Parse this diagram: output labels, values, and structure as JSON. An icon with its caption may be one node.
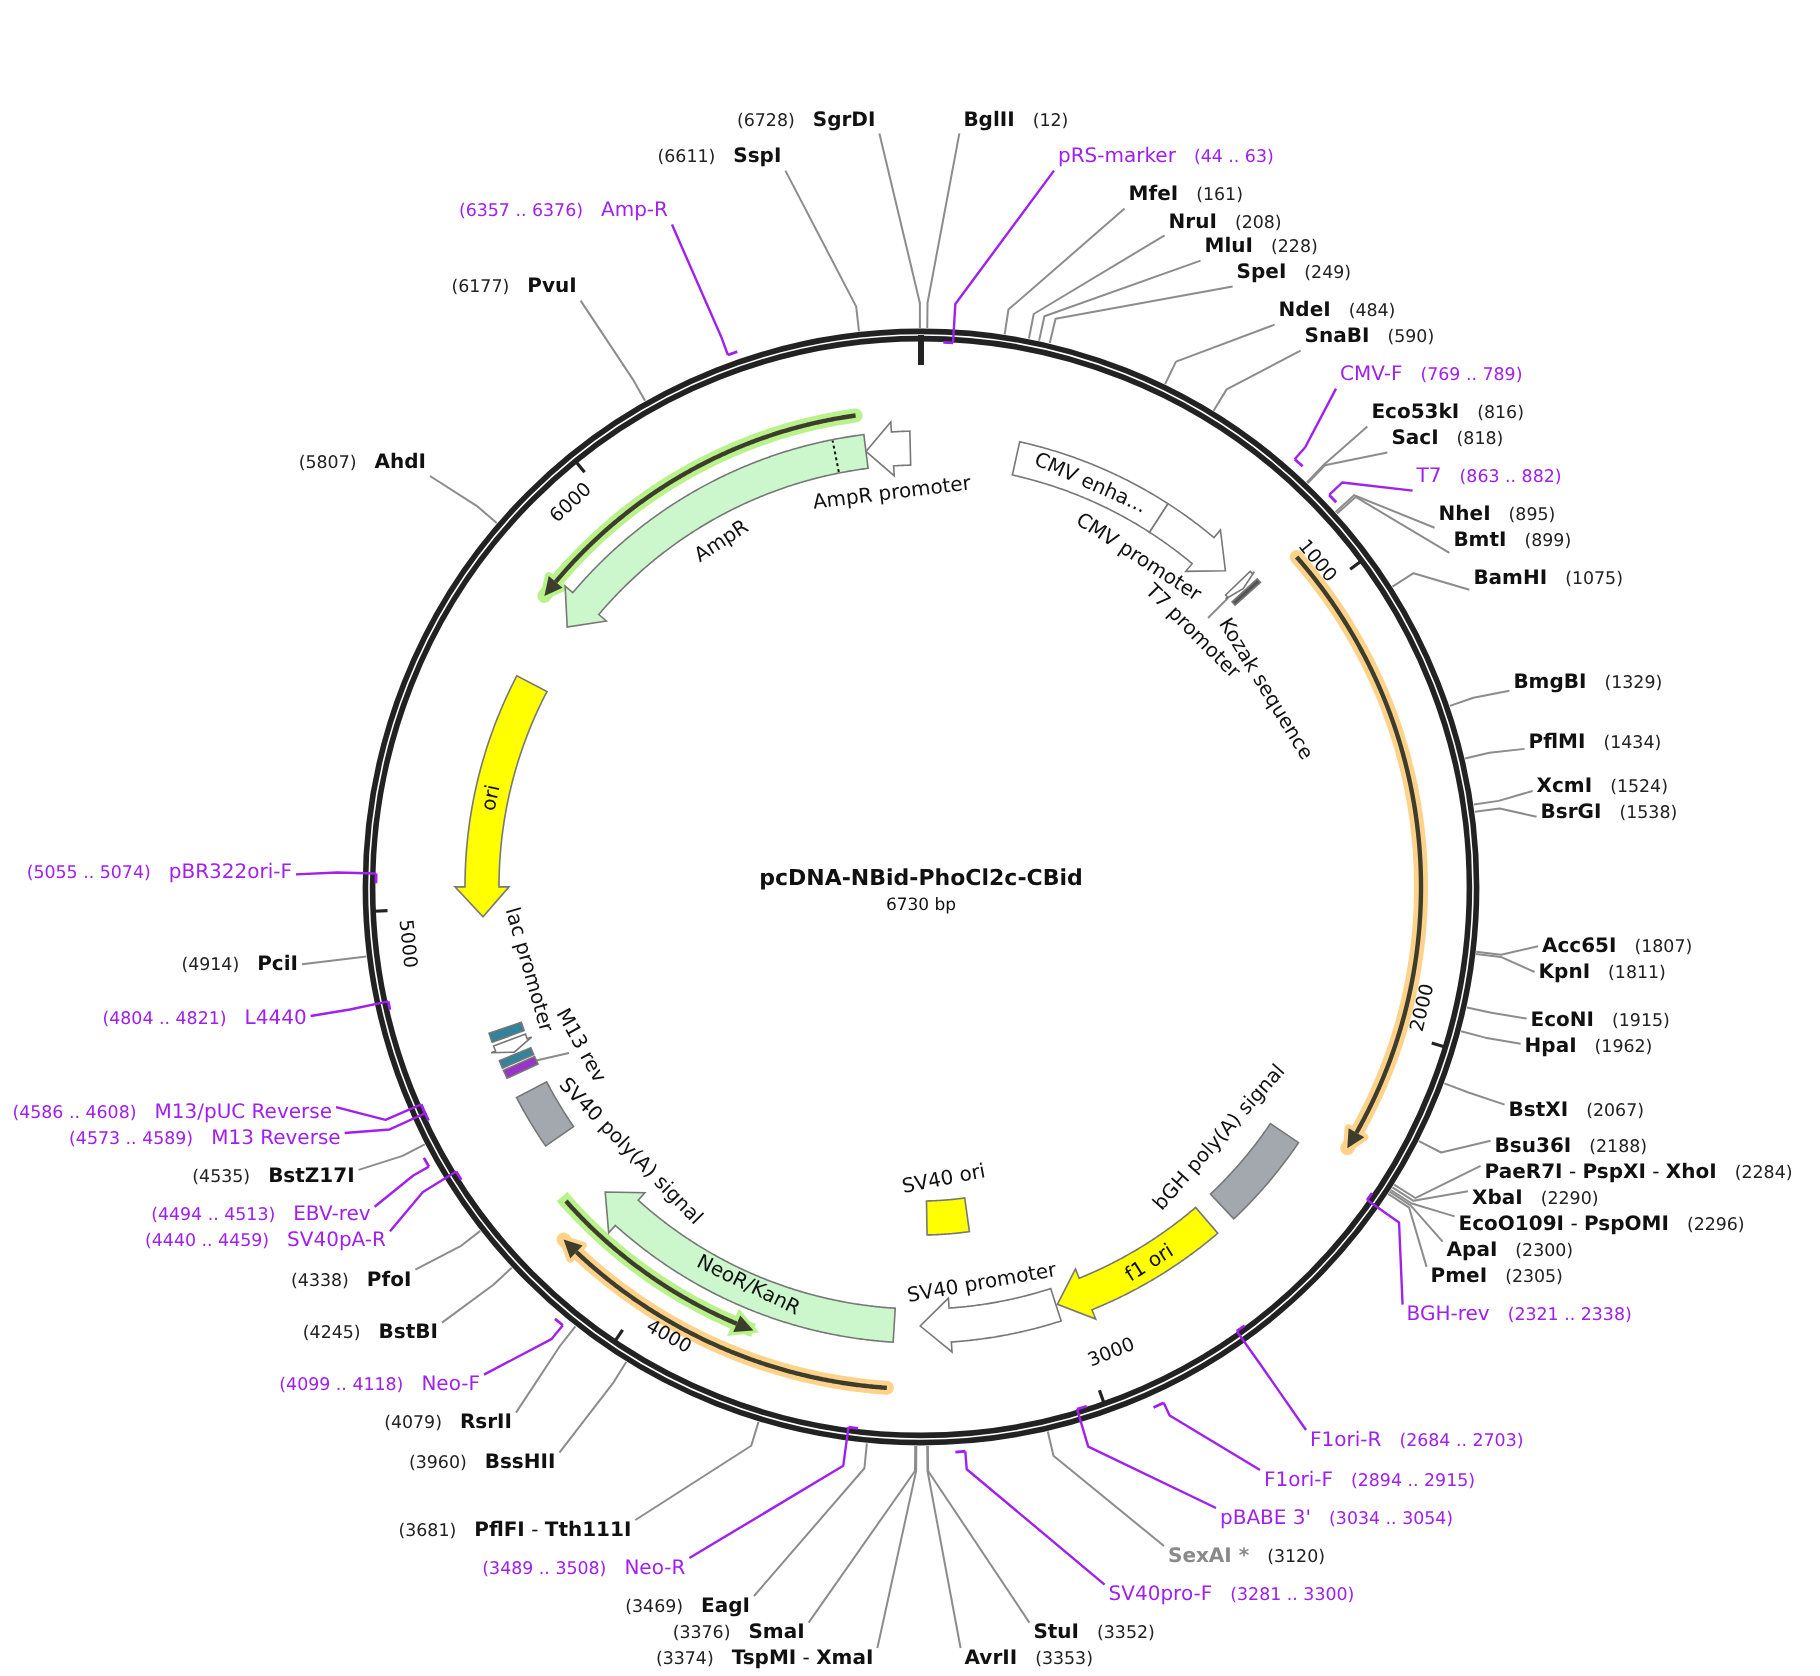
{
  "diagram": {
    "title": "pcDNA-NBid-PhoCl2c-CBid",
    "nodes": [
      {
        "text": [
          "BglII",
          "(12)"
        ]
      },
      {
        "text": [
          "pRS-marker",
          "(44 .. 63)"
        ]
      },
      {
        "text": [
          "MfeI",
          "(161)"
        ]
      },
      {
        "text": [
          "NruI",
          "(208)"
        ]
      },
      {
        "text": [
          "MluI",
          "(228)"
        ]
      },
      {
        "text": [
          "SpeI",
          "(249)"
        ]
      },
      {
        "text": [
          "NdeI",
          "(484)"
        ]
      },
      {
        "text": [
          "SnaBI",
          "(590)"
        ]
      },
      {
        "text": [
          "CMV-F",
          "(769 .. 789)"
        ]
      },
      {
        "text": [
          "Eco53kI",
          "(816)"
        ]
      },
      {
        "text": [
          "SacI",
          "(818)"
        ]
      },
      {
        "text": [
          "T7",
          "(863 .. 882)"
        ]
      },
      {
        "text": [
          "NheI",
          "(895)"
        ]
      },
      {
        "text": [
          "BmtI",
          "(899)"
        ]
      },
      {
        "text": [
          "BamHI",
          "(1075)"
        ]
      },
      {
        "text": [
          "BmgBI",
          "(1329)"
        ]
      },
      {
        "text": [
          "PflMI",
          "(1434)"
        ]
      },
      {
        "text": [
          "XcmI",
          "(1524)"
        ]
      },
      {
        "text": [
          "BsrGI",
          "(1538)"
        ]
      },
      {
        "text": [
          "Acc65I",
          "(1807)"
        ]
      },
      {
        "text": [
          "KpnI",
          "(1811)"
        ]
      },
      {
        "text": [
          "EcoNI",
          "(1915)"
        ]
      },
      {
        "text": [
          "HpaI",
          "(1962)"
        ]
      },
      {
        "text": [
          "BstXI",
          "(2067)"
        ]
      },
      {
        "text": [
          "Bsu36I",
          "(2188)"
        ]
      },
      {
        "text": [
          "**PaeR7I** - **PspXI** - **XhoI**",
          "(2284)"
        ]
      },
      {
        "text": [
          "XbaI",
          "(2290)"
        ]
      },
      {
        "text": [
          "**EcoO109I** - **PspOMI**",
          "(2296)"
        ]
      },
      {
        "text": [
          "ApaI",
          "(2300)"
        ]
      },
      {
        "text": [
          "PmeI",
          "(2305)"
        ]
      },
      {
        "text": [
          "BGH-rev",
          "(2321 .. 2338)"
        ]
      },
      {
        "text": [
          "F1ori-R",
          "(2684 .. 2703)"
        ]
      },
      {
        "text": [
          "F1ori-F",
          "(2894 .. 2915)"
        ]
      },
      {
        "text": [
          "pBABE 3'",
          "(3034 .. 3054)"
        ]
      },
      {
        "text": [
          "SexAI *",
          "(3120)"
        ]
      },
      {
        "text": [
          "SV40pro-F",
          "(3281 .. 3300)"
        ]
      },
      {
        "text": [
          "StuI",
          "(3352)"
        ]
      },
      {
        "text": [
          "AvrII",
          "(3353)"
        ]
      },
      {
        "text": [
          "(3374)",
          "**TspMI** - **XmaI**"
        ]
      },
      {
        "text": [
          "(3376)",
          "SmaI"
        ]
      },
      {
        "text": [
          "(3469)",
          "EagI"
        ]
      },
      {
        "text": [
          "(3489 .. 3508)",
          "Neo-R"
        ]
      },
      {
        "text": [
          "(3681)",
          "**PflFI** - **Tth111I**"
        ]
      },
      {
        "text": [
          "(3960)",
          "BssHII"
        ]
      },
      {
        "text": [
          "(4079)",
          "RsrII"
        ]
      },
      {
        "text": [
          "(4099 .. 4118)",
          "Neo-F"
        ]
      },
      {
        "text": [
          "(4245)",
          "BstBI"
        ]
      },
      {
        "text": [
          "(4338)",
          "PfoI"
        ]
      },
      {
        "text": [
          "(4440 .. 4459)",
          "SV40pA-R"
        ]
      },
      {
        "text": [
          "(4494 .. 4513)",
          "EBV-rev"
        ]
      },
      {
        "text": [
          "(4535)",
          "BstZ17I"
        ]
      },
      {
        "text": [
          "(4573 .. 4589)",
          "M13 Reverse"
        ]
      },
      {
        "text": [
          "(4586 .. 4608)",
          "M13/pUC Reverse"
        ]
      },
      {
        "text": [
          "(4804 .. 4821)",
          "L4440"
        ]
      },
      {
        "text": [
          "(4914)",
          "PciI"
        ]
      },
      {
        "text": [
          "(5055 .. 5074)",
          "pBR322ori-F"
        ]
      },
      {
        "text": [
          "(5807)",
          "AhdI"
        ]
      },
      {
        "text": [
          "(6177)",
          "PvuI"
        ]
      },
      {
        "text": [
          "(6357 .. 6376)",
          "Amp-R"
        ]
      },
      {
        "text": [
          "(6611)",
          "SspI"
        ]
      },
      {
        "text": [
          "(6728)",
          "SgrDI"
        ]
      },
      {
        "text": [
          "CMV enha..."
        ]
      },
      {
        "text": [],
        "shape": "arrow",
        "beside": [
          "CMV promoter"
        ]
      },
      {
        "text": [],
        "shape": "arrow"
      },
      {
        "text": [
          "T7 promoter"
        ]
      },
      {
        "text": [],
        "shape": "bar"
      },
      {
        "text": [],
        "shape": "box",
        "beside": [
          "bGH poly(A) signal"
        ]
      },
      {
        "text": [
          "f1 ori"
        ]
      },
      {
        "text": [],
        "shape": "arrow",
        "beside": [
          "SV40 promoter"
        ]
      },
      {
        "text": [],
        "shape": "box",
        "beside": [
          "SV40 ori"
        ]
      },
      {
        "text": [
          "NeoR/KanR"
        ]
      },
      {
        "text": [],
        "shape": "box",
        "beside": [
          "SV40 poly(A) signal"
        ]
      },
      {
        "text": [],
        "shape": "bar"
      },
      {
        "text": [
          "M13 rev"
        ]
      },
      {
        "text": [],
        "shape": "bar"
      },
      {
        "text": [],
        "shape": "arrow",
        "beside": [
          "lac promoter"
        ]
      },
      {
        "text": [],
        "shape": "bar"
      },
      {
        "text": [
          "ori"
        ]
      },
      {
        "text": [
          "AmpR"
        ]
      },
      {
        "text": [],
        "shape": "arrow",
        "beside": [
          "AmpR promoter"
        ]
      }
    ],
    "edges": [
      {
        "from": 0,
        "to": null,
        "arrow": "none"
      },
      {
        "from": 1,
        "to": null,
        "arrow": "other",
        "color": "#a020f0"
      },
      {
        "from": 2,
        "to": null,
        "arrow": "none"
      },
      {
        "from": 3,
        "to": null,
        "arrow": "none"
      },
      {
        "from": 4,
        "to": null,
        "arrow": "none"
      },
      {
        "from": 5,
        "to": null,
        "arrow": "none"
      },
      {
        "from": 6,
        "to": null,
        "arrow": "none"
      },
      {
        "from": 7,
        "to": null,
        "arrow": "none"
      },
      {
        "from": 8,
        "to": null,
        "arrow": "other",
        "color": "#a020f0"
      },
      {
        "from": 9,
        "to": null,
        "arrow": "none"
      },
      {
        "from": 10,
        "to": null,
        "arrow": "none"
      },
      {
        "from": 11,
        "to": null,
        "arrow": "other",
        "color": "#a020f0"
      },
      {
        "from": 12,
        "to": null,
        "arrow": "none"
      },
      {
        "from": 13,
        "to": null,
        "arrow": "none"
      },
      {
        "from": 14,
        "to": null,
        "arrow": "none"
      },
      {
        "from": 15,
        "to": null,
        "arrow": "none"
      },
      {
        "from": 16,
        "to": null,
        "arrow": "none"
      },
      {
        "from": 17,
        "to": null,
        "arrow": "none"
      },
      {
        "from": 18,
        "to": null,
        "arrow": "none"
      },
      {
        "from": 19,
        "to": null,
        "arrow": "none"
      },
      {
        "from": 20,
        "to": null,
        "arrow": "none"
      },
      {
        "from": 21,
        "to": null,
        "arrow": "none"
      },
      {
        "from": 22,
        "to": null,
        "arrow": "none"
      },
      {
        "from": 23,
        "to": null,
        "arrow": "none"
      },
      {
        "from": 24,
        "to": null,
        "arrow": "none"
      },
      {
        "from": 25,
        "to": null,
        "arrow": "none"
      },
      {
        "from": 26,
        "to": null,
        "arrow": "none"
      },
      {
        "from": 27,
        "to": null,
        "arrow": "none"
      },
      {
        "from": 28,
        "to": null,
        "arrow": "none"
      },
      {
        "from": 29,
        "to": null,
        "arrow": "none"
      },
      {
        "from": 30,
        "to": null,
        "arrow": "other",
        "color": "#a020f0"
      },
      {
        "from": 31,
        "to": null,
        "arrow": "other",
        "color": "#a020f0"
      },
      {
        "from": 32,
        "to": null,
        "arrow": "other",
        "color": "#a020f0"
      },
      {
        "from": 33,
        "to": null,
        "arrow": "other",
        "color": "#a020f0"
      },
      {
        "from": 34,
        "to": null,
        "arrow": "none"
      },
      {
        "from": 35,
        "to": null,
        "arrow": "other",
        "color": "#a020f0"
      },
      {
        "from": 36,
        "to": null,
        "arrow": "none"
      },
      {
        "from": 37,
        "to": null,
        "arrow": "none"
      },
      {
        "from": 38,
        "to": null,
        "arrow": "none"
      },
      {
        "from": 39,
        "to": null,
        "arrow": "none"
      },
      {
        "from": 40,
        "to": null,
        "arrow": "none"
      },
      {
        "from": 41,
        "to": null,
        "arrow": "other",
        "color": "#a020f0"
      },
      {
        "from": 42,
        "to": null,
        "arrow": "none"
      },
      {
        "from": 43,
        "to": null,
        "arrow": "none"
      },
      {
        "from": 44,
        "to": null,
        "arrow": "none"
      },
      {
        "from": 45,
        "to": null,
        "arrow": "other",
        "color": "#a020f0"
      },
      {
        "from": 46,
        "to": null,
        "arrow": "none"
      },
      {
        "from": 47,
        "to": null,
        "arrow": "none"
      },
      {
        "from": 48,
        "to": null,
        "arrow": "other",
        "color": "#a020f0"
      },
      {
        "from": 49,
        "to": null,
        "arrow": "other",
        "color": "#a020f0"
      },
      {
        "from": 50,
        "to": null,
        "arrow": "none"
      },
      {
        "from": 51,
        "to": null,
        "arrow": "other",
        "color": "#a020f0"
      },
      {
        "from": 52,
        "to": null,
        "arrow": "other",
        "color": "#a020f0"
      },
      {
        "from": 53,
        "to": null,
        "arrow": "other",
        "color": "#a020f0"
      },
      {
        "from": 54,
        "to": null,
        "arrow": "none"
      },
      {
        "from": 55,
        "to": null,
        "arrow": "other",
        "color": "#a020f0"
      },
      {
        "from": 56,
        "to": null,
        "arrow": "none"
      },
      {
        "from": 57,
        "to": null,
        "arrow": "none"
      },
      {
        "from": 58,
        "to": null,
        "arrow": "other",
        "color": "#a020f0"
      },
      {
        "from": 59,
        "to": null,
        "arrow": "none"
      },
      {
        "from": 60,
        "to": null,
        "arrow": "none"
      },
      {
        "from": 64,
        "to": 63,
        "arrow": "none"
      },
      {
        "from": 73,
        "to": 72,
        "arrow": "none"
      }
    ],
    "labels": [
      "6000",
      "1000",
      "Kozak sequence",
      "6730 bp",
      "5000",
      "2000",
      "4000",
      "3000"
    ]
  }
}
